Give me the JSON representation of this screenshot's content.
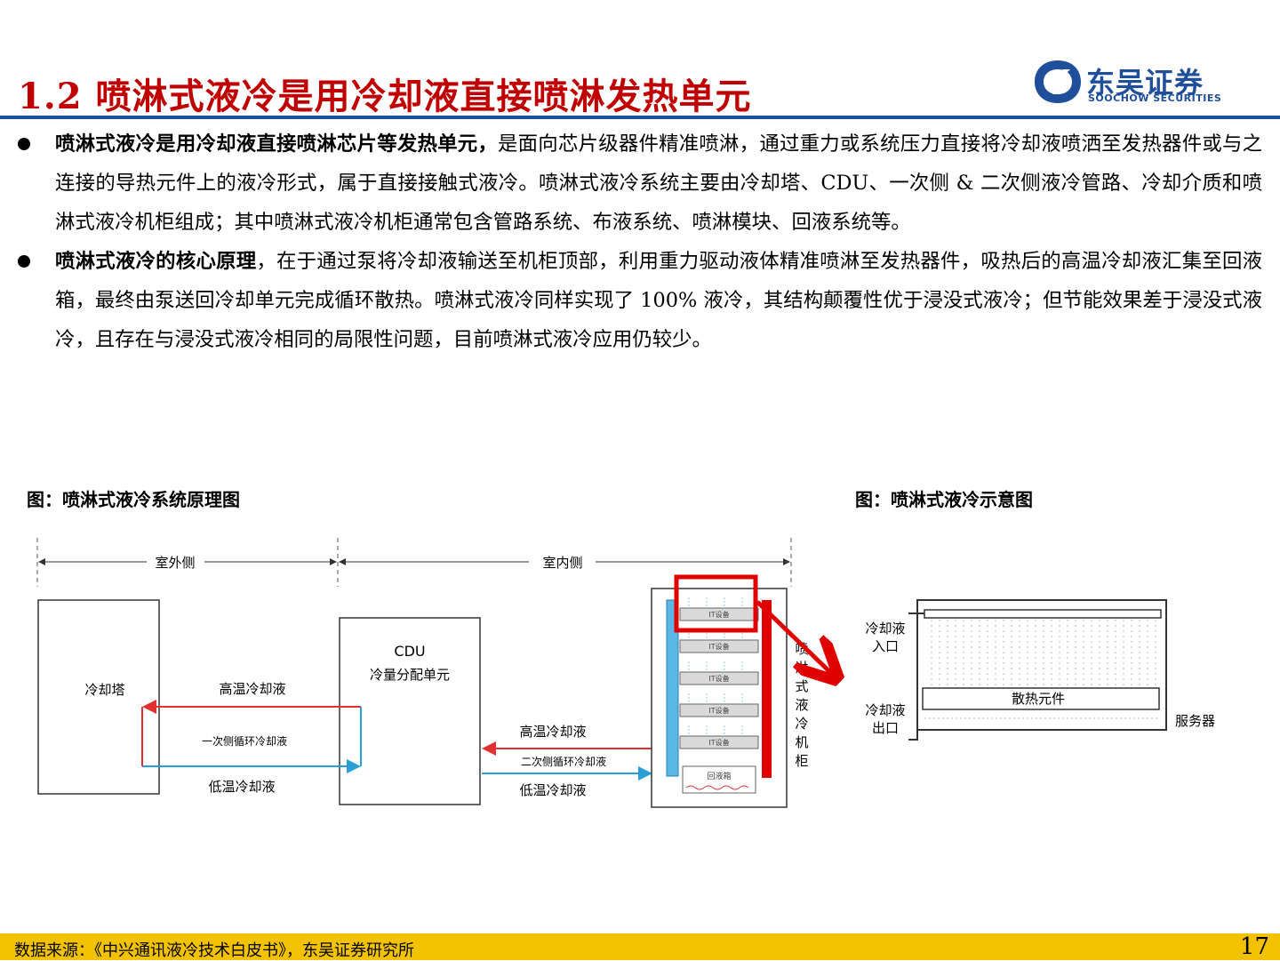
{
  "title": "1.2 喷淋式液冷是用冷却液直接喷淋发热单元",
  "logo": {
    "name_cn": "东吴证券",
    "name_en": "SOOCHOW SECURITIES"
  },
  "bullets": [
    {
      "bold": "喷淋式液冷是用冷却液直接喷淋芯片等发热单元，",
      "text": "是面向芯片级器件精准喷淋，通过重力或系统压力直接将冷却液喷洒至发热器件或与之连接的导热元件上的液冷形式，属于直接接触式液冷。喷淋式液冷系统主要由冷却塔、CDU、一次侧 & 二次侧液冷管路、冷却介质和喷淋式液冷机柜组成；其中喷淋式液冷机柜通常包含管路系统、布液系统、喷淋模块、回液系统等。"
    },
    {
      "bold": "喷淋式液冷的核心原理",
      "text": "，在于通过泵将冷却液输送至机柜顶部，利用重力驱动液体精准喷淋至发热器件，吸热后的高温冷却液汇集至回液箱，最终由泵送回冷却单元完成循环散热。喷淋式液冷同样实现了 100% 液冷，其结构颠覆性优于浸没式液冷；但节能效果差于浸没式液冷，且存在与浸没式液冷相同的局限性问题，目前喷淋式液冷应用仍较少。"
    }
  ],
  "figure_left": {
    "caption": "图：喷淋式液冷系统原理图",
    "outdoor_label": "室外侧",
    "indoor_label": "室内侧",
    "cooling_tower": "冷却塔",
    "cdu_title": "CDU",
    "cdu_subtitle": "冷量分配单元",
    "primary_hot": "高温冷却液",
    "primary_loop": "一次侧循环冷却液",
    "primary_cold": "低温冷却液",
    "secondary_hot": "高温冷却液",
    "secondary_loop": "二次侧循环冷却液",
    "secondary_cold": "低温冷却液",
    "it_label": "IT设备",
    "return_tank": "回液箱",
    "cabinet_label": "喷淋式液冷机柜",
    "colors": {
      "hot": "#e03030",
      "cold": "#2a9fd6",
      "highlight": "#e00000"
    }
  },
  "figure_right": {
    "caption": "图：喷淋式液冷示意图",
    "inlet": [
      "冷却液",
      "入口"
    ],
    "outlet": [
      "冷却液",
      "出口"
    ],
    "heat_element": "散热元件",
    "server": "服务器"
  },
  "footer": {
    "source": "数据来源：《中兴通讯液冷技术白皮书》，东吴证券研究所",
    "page": "17"
  }
}
